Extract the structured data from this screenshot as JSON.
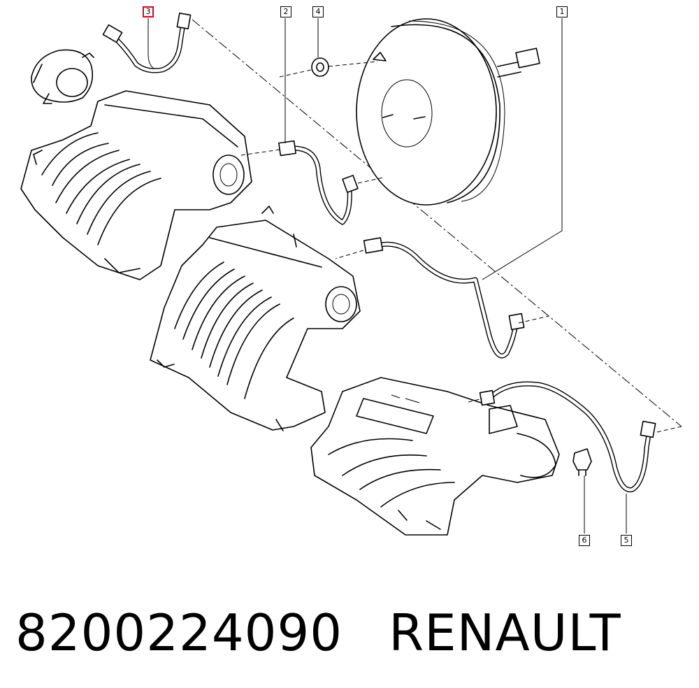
{
  "callouts": [
    {
      "number": "3",
      "highlighted": true
    },
    {
      "number": "2",
      "highlighted": false
    },
    {
      "number": "4",
      "highlighted": false
    },
    {
      "number": "1",
      "highlighted": false
    },
    {
      "number": "6",
      "highlighted": false
    },
    {
      "number": "5",
      "highlighted": false
    }
  ],
  "caption": {
    "part_number": "8200224090",
    "brand": "RENAULT"
  },
  "colors": {
    "line": "#000000",
    "highlight": "#e0001b",
    "background": "#ffffff"
  }
}
